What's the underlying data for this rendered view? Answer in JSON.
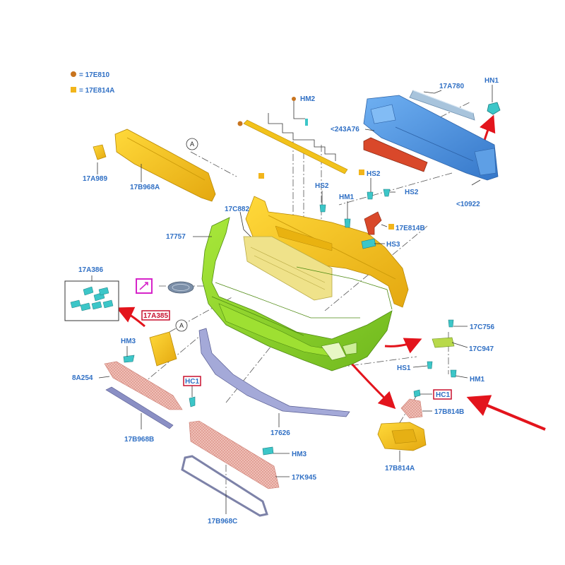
{
  "legend": {
    "circle": {
      "label": "= 17E810",
      "color": "#c8741e"
    },
    "square": {
      "label": "= 17E814A",
      "color": "#f2b51b"
    }
  },
  "circle_refs": [
    "A",
    "A"
  ],
  "labels": {
    "17A780": "17A780",
    "HN1": "HN1",
    "243A76": "<243A76",
    "10922": "<10922",
    "HM2": "HM2",
    "17A989": "17A989",
    "17B968A": "17B968A",
    "HS2_a": "HS2",
    "HS2_b": "HS2",
    "HS2_c": "HS2",
    "HM1_a": "HM1",
    "17C882": "17C882",
    "17E814B": "17E814B",
    "HS3": "HS3",
    "17757": "17757",
    "17A386": "17A386",
    "17A385": "17A385",
    "HM3_a": "HM3",
    "8A254": "8A254",
    "HC1_a": "HC1",
    "17B968B": "17B968B",
    "17626": "17626",
    "HM3_b": "HM3",
    "17K945": "17K945",
    "17B968C": "17B968C",
    "17C756": "17C756",
    "17C947": "17C947",
    "HS1": "HS1",
    "HM1_b": "HM1",
    "HC1_b": "HC1",
    "17B814B": "17B814B",
    "17B814A": "17B814A"
  },
  "colors": {
    "label_blue": "#2f6fc4",
    "highlight_red": "#c8102e",
    "arrow_red": "#e3141c",
    "bumper_green": "#8fd62a",
    "yellow_part": "#f2c21b",
    "blue_beam": "#4a90e2",
    "red_absorber": "#d9482a",
    "grille_pink": "#e8a9a0",
    "trim_purple": "#8a8fc4",
    "fastener_cyan": "#3cc6c8"
  }
}
